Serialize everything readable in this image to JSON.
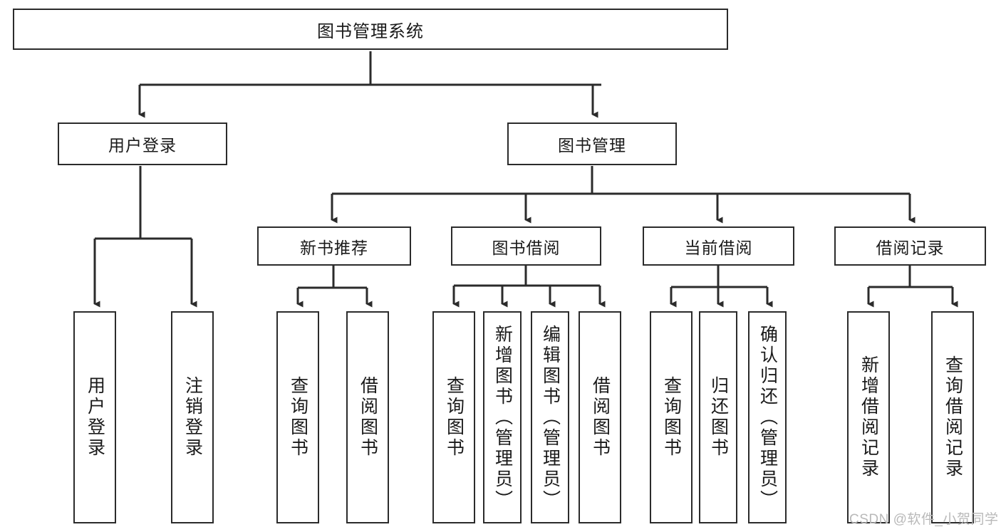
{
  "diagram": {
    "title": "图书管理系统",
    "type": "hierarchy-tree",
    "root": {
      "id": "root",
      "label": "图书管理系统"
    },
    "level2": [
      {
        "id": "user-login",
        "label": "用户登录"
      },
      {
        "id": "book-manage",
        "label": "图书管理"
      }
    ],
    "level3": [
      {
        "id": "new-book-recommend",
        "label": "新书推荐"
      },
      {
        "id": "book-borrow",
        "label": "图书借阅"
      },
      {
        "id": "current-borrow",
        "label": "当前借阅"
      },
      {
        "id": "borrow-record",
        "label": "借阅记录"
      }
    ],
    "leaves": [
      {
        "id": "leaf-user-login",
        "label": "用户登录",
        "parent": "user-login"
      },
      {
        "id": "leaf-user-logout",
        "label": "注销登录",
        "parent": "user-login"
      },
      {
        "id": "leaf-query-book-1",
        "label": "查询图书",
        "parent": "new-book-recommend"
      },
      {
        "id": "leaf-borrow-book-1",
        "label": "借阅图书",
        "parent": "new-book-recommend"
      },
      {
        "id": "leaf-query-book-2",
        "label": "查询图书",
        "parent": "book-borrow"
      },
      {
        "id": "leaf-add-book",
        "label": "新增图书（管理员）",
        "parent": "book-borrow"
      },
      {
        "id": "leaf-edit-book",
        "label": "编辑图书（管理员）",
        "parent": "book-borrow"
      },
      {
        "id": "leaf-borrow-book-2",
        "label": "借阅图书",
        "parent": "book-borrow"
      },
      {
        "id": "leaf-query-book-3",
        "label": "查询图书",
        "parent": "current-borrow"
      },
      {
        "id": "leaf-return-book",
        "label": "归还图书",
        "parent": "current-borrow"
      },
      {
        "id": "leaf-confirm-return",
        "label": "确认归还（管理员）",
        "parent": "current-borrow"
      },
      {
        "id": "leaf-add-record",
        "label": "新增借阅记录",
        "parent": "borrow-record"
      },
      {
        "id": "leaf-query-record",
        "label": "查询借阅记录",
        "parent": "borrow-record"
      }
    ],
    "watermark": "CSDN @软件_小贺同学",
    "colors": {
      "border": "#2b2b2b",
      "background": "#ffffff",
      "text": "#1a1a1a",
      "watermark": "#b9b9b9"
    }
  }
}
